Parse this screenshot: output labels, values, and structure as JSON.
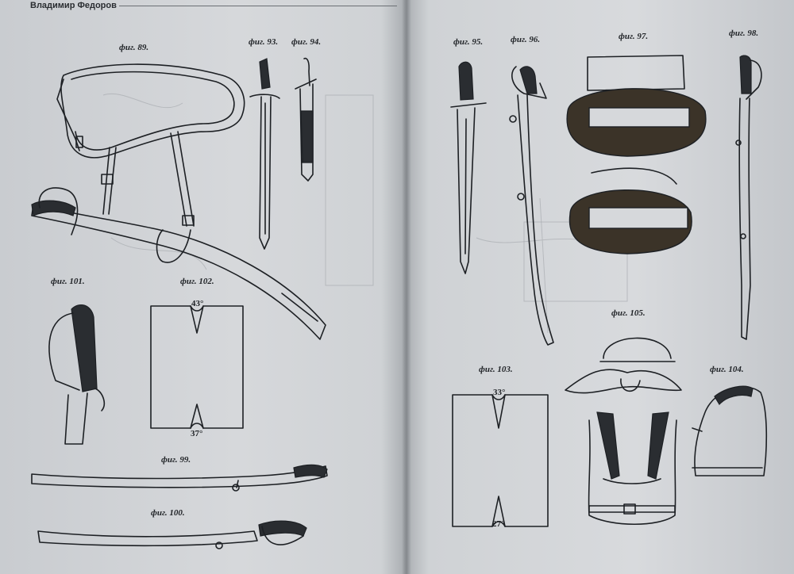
{
  "page": {
    "running_head": "Владимир Федоров"
  },
  "figures": {
    "f89": "фиг. 89.",
    "f93": "фиг. 93.",
    "f94": "фиг. 94.",
    "f95": "фиг. 95.",
    "f96": "фиг. 96.",
    "f97": "фиг. 97.",
    "f98": "фиг. 98.",
    "f101": "фиг. 101.",
    "f102": "фиг. 102.",
    "f99": "фиг. 99.",
    "f100": "фиг. 100.",
    "f103": "фиг. 103.",
    "f104": "фиг. 104.",
    "f105": "фиг. 105."
  },
  "angles": {
    "f102_top": "43°",
    "f102_bottom": "37°",
    "f103_top": "33°",
    "f103_bottom": "27°"
  },
  "colors": {
    "ink": "#1d2024",
    "paper": "#d6d8db"
  }
}
